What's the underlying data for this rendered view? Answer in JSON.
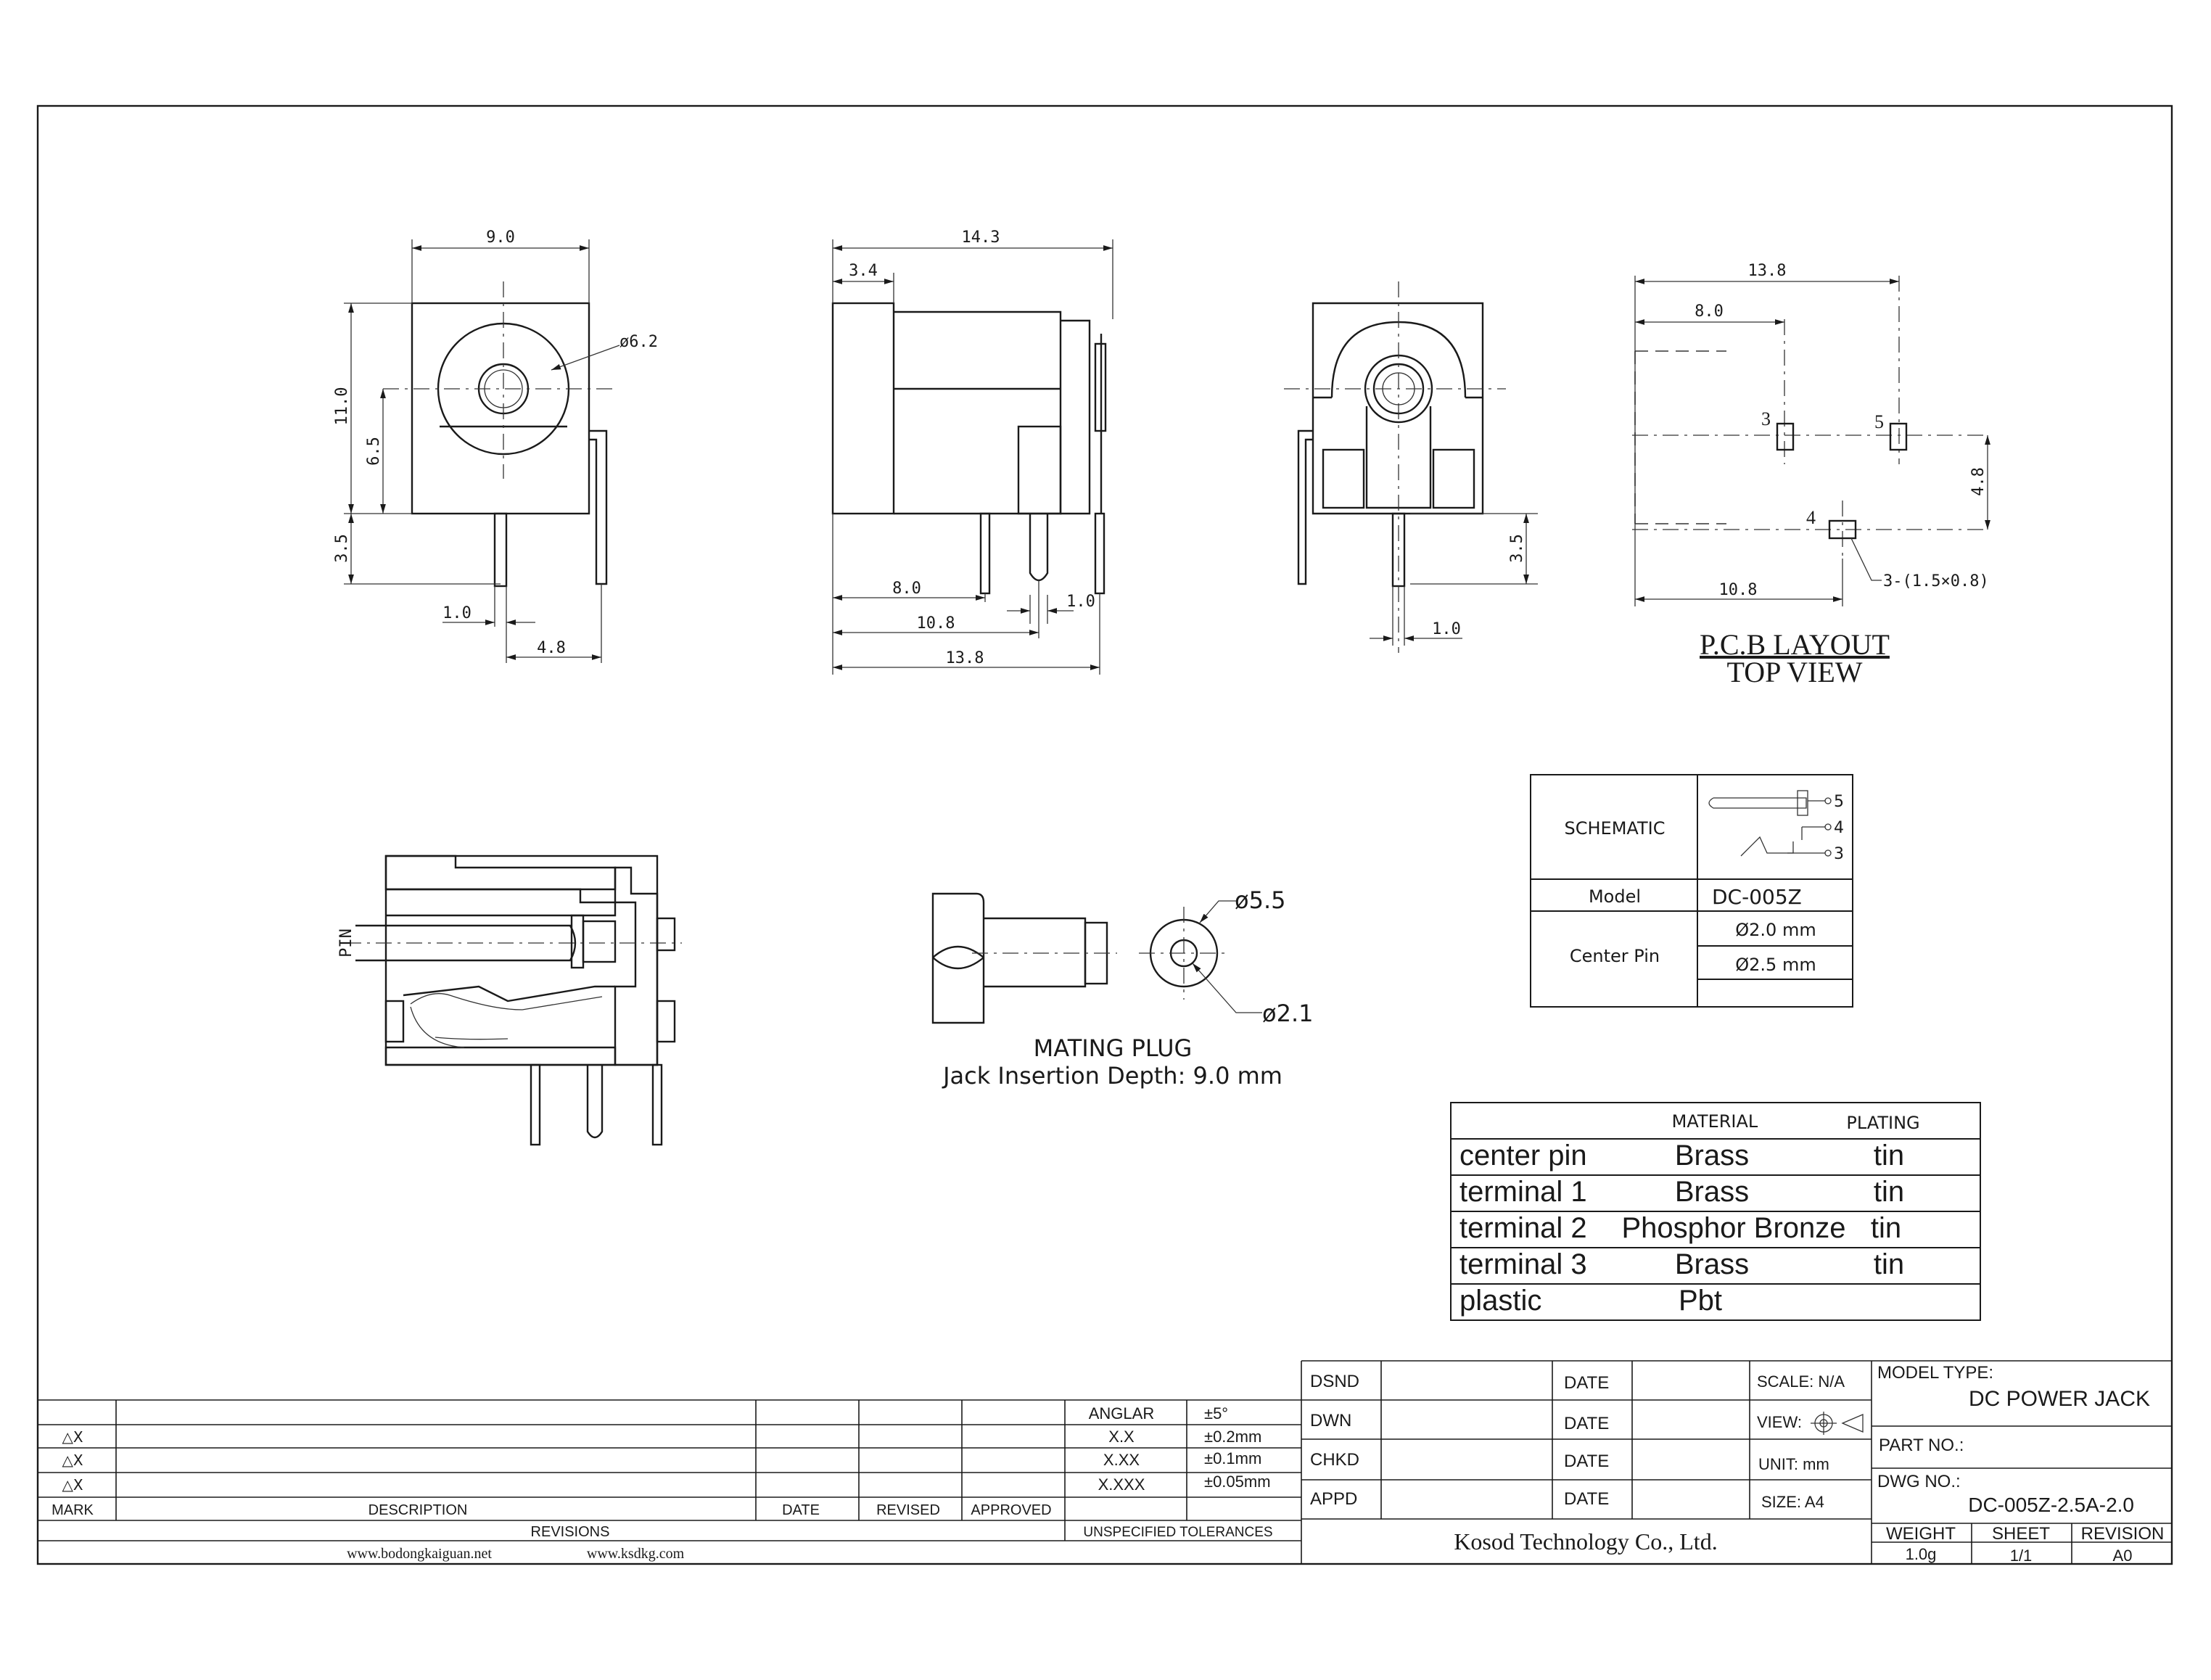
{
  "front_view": {
    "width": "9.0",
    "height": "11.0",
    "center_height": "6.5",
    "diameter": "ø6.2",
    "pin_length": "3.5",
    "pin_width": "1.0",
    "pin_offset": "4.8"
  },
  "side_view": {
    "length": "14.3",
    "front_len": "3.4",
    "pin1": "8.0",
    "pin2": "10.8",
    "pin3": "13.8",
    "pin_width": "1.0"
  },
  "rear_view": {
    "pin_length": "3.5",
    "pin_width": "1.0"
  },
  "pcb_layout": {
    "dim_total": "13.8",
    "dim_8": "8.0",
    "dim_vert": "4.8",
    "dim_10_8": "10.8",
    "pad_labels": [
      "3",
      "5",
      "4"
    ],
    "pad_note": "3-(1.5×0.8)",
    "title_line1": "P.C.B LAYOUT",
    "title_line2": "TOP VIEW"
  },
  "section_view": {
    "pin_label": "PIN"
  },
  "mating_plug": {
    "d_outer": "ø5.5",
    "d_inner": "ø2.1",
    "title": "MATING PLUG",
    "subtitle": "Jack Insertion Depth: 9.0 mm"
  },
  "schematic_table": {
    "schematic_label": "SCHEMATIC",
    "pins": [
      "5",
      "4",
      "3"
    ],
    "model_label": "Model",
    "model_value": "DC-005Z",
    "center_pin_label": "Center Pin",
    "center_pin_values": [
      "Ø2.0 mm",
      "Ø2.5 mm"
    ]
  },
  "material_table": {
    "headers": [
      "MATERIAL",
      "PLATING"
    ],
    "rows": [
      {
        "part": "center pin",
        "material": "Brass",
        "plating": "tin"
      },
      {
        "part": "terminal 1",
        "material": "Brass",
        "plating": "tin"
      },
      {
        "part": "terminal 2",
        "material": "Phosphor Bronze",
        "plating": "tin"
      },
      {
        "part": "terminal 3",
        "material": "Brass",
        "plating": "tin"
      },
      {
        "part": "plastic",
        "material": "Pbt",
        "plating": ""
      }
    ]
  },
  "revisions": {
    "marks": [
      "△X",
      "△X",
      "△X"
    ],
    "headers": {
      "mark": "MARK",
      "description": "DESCRIPTION",
      "date": "DATE",
      "revised": "REVISED",
      "approved": "APPROVED"
    },
    "footer": "REVISIONS",
    "websites": [
      "www.bodongkaiguan.net",
      "www.ksdkg.com"
    ]
  },
  "tolerances": {
    "rows": [
      {
        "label": "ANGLAR",
        "value": "±5°"
      },
      {
        "label": "X.X",
        "value": "±0.2mm"
      },
      {
        "label": "X.XX",
        "value": "±0.1mm"
      },
      {
        "label": "X.XXX",
        "value": "±0.05mm"
      }
    ],
    "footer": "UNSPECIFIED TOLERANCES"
  },
  "signoff": {
    "rows": [
      "DSND",
      "DWN",
      "CHKD",
      "APPD"
    ],
    "date_label": "DATE"
  },
  "info": {
    "scale": "SCALE: N/A",
    "view": "VIEW:",
    "unit": "UNIT: mm",
    "size": "SIZE: A4"
  },
  "title_block": {
    "model_type_label": "MODEL TYPE:",
    "model_type_value": "DC POWER JACK",
    "part_no_label": "PART NO.:",
    "dwg_no_label": "DWG NO.:",
    "dwg_no_value": "DC-005Z-2.5A-2.0",
    "company": "Kosod Technology Co., Ltd.",
    "weight_label": "WEIGHT",
    "weight_value": "1.0g",
    "sheet_label": "SHEET",
    "sheet_value": "1/1",
    "revision_label": "REVISION",
    "revision_value": "A0"
  }
}
